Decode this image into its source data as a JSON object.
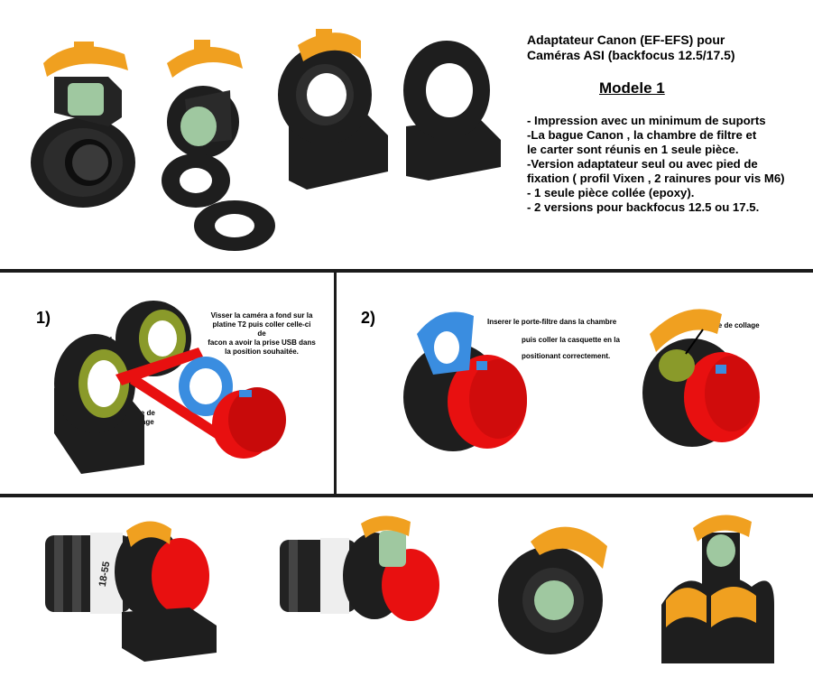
{
  "header": {
    "title_line1": "Adaptateur  Canon (EF-EFS) pour",
    "title_line2": "Caméras ASI  (backfocus 12.5/17.5)",
    "model": "Modele 1",
    "features": [
      "- Impression avec un minimum de suports",
      "-La bague Canon , la chambre de filtre et",
      "le carter sont réunis en 1 seule pièce.",
      "-Version adaptateur seul ou avec pied de",
      "fixation ( profil Vixen , 2 rainures pour vis M6)",
      "- 1 seule pièce collée (epoxy).",
      "- 2 versions pour backfocus 12.5 ou 17.5."
    ]
  },
  "step1": {
    "number": "1)",
    "ou": "OU",
    "instruction": [
      "Visser la caméra a fond sur la",
      "platine T2 puis coller celle-ci de",
      "facon a avoir la prise USB dans",
      "la position souhaitée."
    ],
    "zone_label": [
      "zone de",
      "collage"
    ]
  },
  "step2": {
    "number": "2)",
    "instruction": [
      "Inserer le porte-filtre dans la chambre",
      "puis coller la casquette en la",
      "positionant correctement."
    ],
    "zone_label": "zone de collage"
  },
  "lens": {
    "label": "18-55"
  },
  "colors": {
    "orange": "#f0a020",
    "red": "#e81010",
    "blue": "#3a8de0",
    "black_part": "#1e1e1e",
    "green_glass": "#9fc8a0",
    "adhesive": "#8a9a2a"
  }
}
